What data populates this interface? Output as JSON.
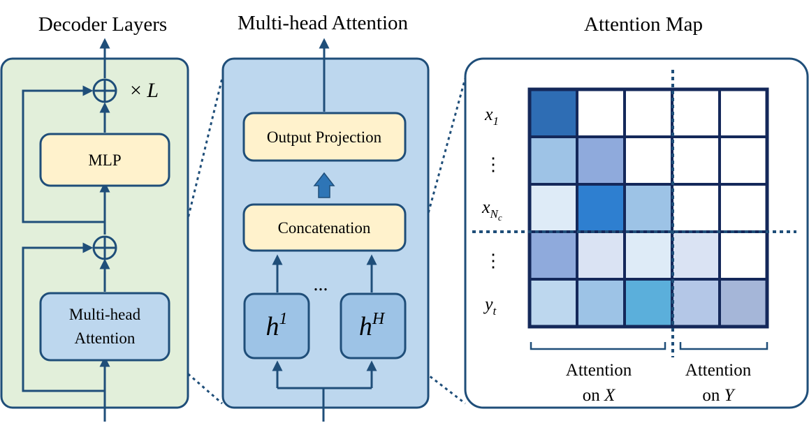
{
  "titles": {
    "decoder": "Decoder Layers",
    "mha": "Multi-head Attention",
    "map": "Attention Map"
  },
  "decoder": {
    "repeat_times": "× ",
    "repeat_var": "L",
    "mlp_label": "MLP",
    "attn_line1": "Multi-head",
    "attn_line2": "Attention"
  },
  "mha": {
    "output_label": "Output Projection",
    "concat_label": "Concatenation",
    "ellipsis": "...",
    "head_first_base": "h",
    "head_first_sup": "1",
    "head_last_base": "h",
    "head_last_sup": "H"
  },
  "map": {
    "row_labels": {
      "x1_base": "x",
      "x1_sub": "1",
      "xn_base": "x",
      "xn_sub": "N",
      "xn_subsub": "c",
      "yt_base": "y",
      "yt_sub": "t"
    },
    "bracket_x_line1": "Attention",
    "bracket_x_line2_pre": "on ",
    "bracket_x_var": "X",
    "bracket_y_line1": "Attention",
    "bracket_y_line2_pre": "on ",
    "bracket_y_var": "Y",
    "cells": [
      [
        "#2e6db4",
        "#ffffff",
        "#ffffff",
        "#ffffff",
        "#ffffff"
      ],
      [
        "#9ec3e6",
        "#8faadc",
        "#ffffff",
        "#ffffff",
        "#ffffff"
      ],
      [
        "#deebf7",
        "#2e7fd0",
        "#9dc3e6",
        "#ffffff",
        "#ffffff"
      ],
      [
        "#8faadc",
        "#dae3f3",
        "#deebf7",
        "#dae3f3",
        "#ffffff"
      ],
      [
        "#bdd7ee",
        "#9dc3e6",
        "#5bafdb",
        "#b4c7e7",
        "#a5b6d8"
      ]
    ]
  },
  "colors": {
    "outline": "#1f4e79",
    "decoder_bg": "#e2efda",
    "mha_bg": "#bdd7ee",
    "yellow_box": "#fff2cc",
    "blue_box": "#bdd7ee",
    "head_box": "#9dc3e6",
    "grid": "#14285a"
  }
}
